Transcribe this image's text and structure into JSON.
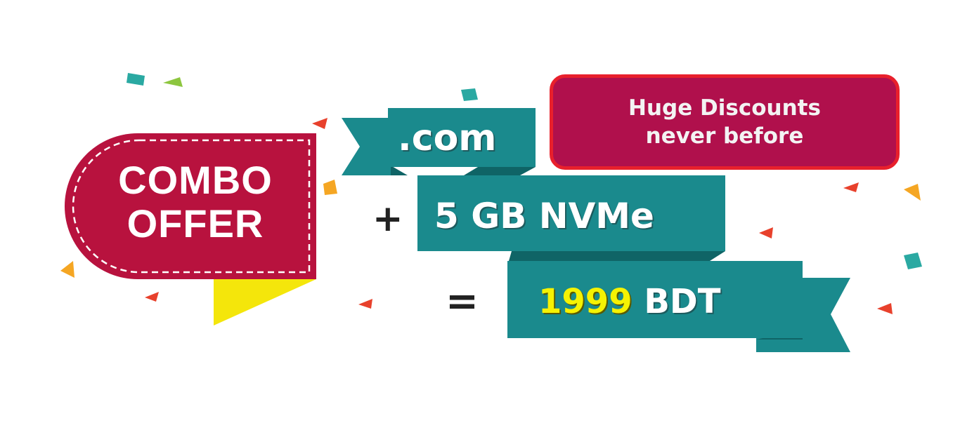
{
  "badge": {
    "line1": "COMBO",
    "line2": "OFFER"
  },
  "ribbons": {
    "domain": ".com",
    "storage": "5 GB NVMe",
    "price_amount": "1999",
    "price_currency": "BDT"
  },
  "operators": {
    "plus": "+",
    "equals": "="
  },
  "discount": {
    "line1": "Huge Discounts",
    "line2": "never before"
  },
  "colors": {
    "badge": "#b8123e",
    "ribbon": "#1a8a8d",
    "ribbon_dark": "#0f6466",
    "flag": "#f4e60b",
    "price_highlight": "#f5f203",
    "discount_bg": "#b0104c",
    "discount_border": "#e8202c"
  },
  "confetti_colors": [
    "#2aa9a2",
    "#8dc63f",
    "#e8412c",
    "#f5a623"
  ]
}
